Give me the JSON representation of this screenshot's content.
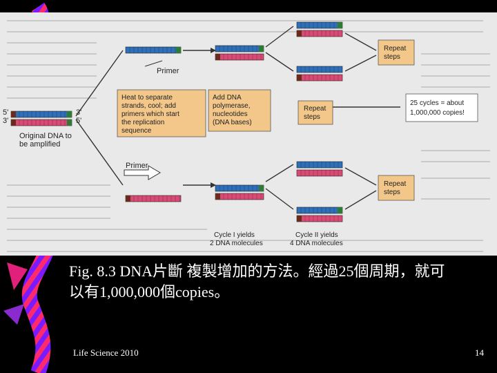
{
  "figure": {
    "strand_labels": {
      "five_prime": "5'",
      "three_prime": "3'"
    },
    "original_dna_label": [
      "Original DNA to",
      "be amplified"
    ],
    "primer_top_label": "Primer",
    "primer_bottom_label": "Primer",
    "heat_box": [
      "Heat to separate",
      "strands, cool; add",
      "primers which start",
      "the replication",
      "sequence"
    ],
    "polymerase_box": [
      "Add DNA",
      "polymerase,",
      "nucleotides",
      "(DNA bases)"
    ],
    "repeat_steps_center": [
      "Repeat",
      "steps"
    ],
    "repeat_steps_top": [
      "Repeat",
      "steps"
    ],
    "repeat_steps_bottom": [
      "Repeat",
      "steps"
    ],
    "cycles_box": [
      "25 cycles = about",
      "1,000,000 copies!"
    ],
    "cycle1_label": [
      "Cycle I yields",
      "2 DNA molecules"
    ],
    "cycle2_label": [
      "Cycle II yields",
      "4 DNA molecules"
    ],
    "colors": {
      "parent_strand": "#2f6fb8",
      "new_strand": "#d94a74",
      "primer_green": "#2f7a35",
      "primer_brown": "#6b2b1c",
      "label_box": "#f3c78a",
      "page_bg": "#e9e9e9"
    }
  },
  "caption": {
    "line1": "Fig. 8.3 DNA片斷 複製增加的方法。經過25個周期，就可",
    "line2": "以有1,000,000個copies。"
  },
  "footer": {
    "course": "Life Science 2010",
    "page_number": "14"
  }
}
